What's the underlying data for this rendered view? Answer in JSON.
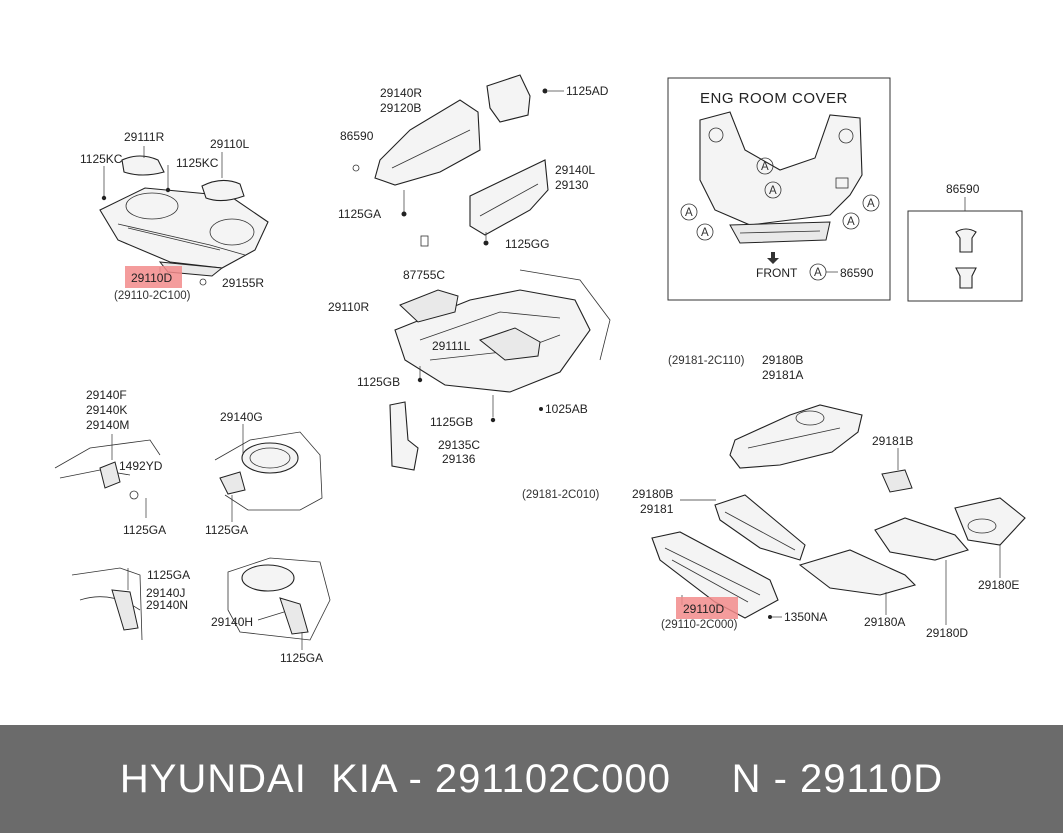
{
  "labels": {
    "l1": "29111R",
    "l2": "29110L",
    "l3": "1125KC",
    "l4": "1125KC",
    "l5": "29110D",
    "l6": "(29110-2C100)",
    "l7": "29155R",
    "m1": "29140R",
    "m2": "29120B",
    "m3": "86590",
    "m4": "1125AD",
    "m5": "29140L",
    "m6": "29130",
    "m7": "1125GA",
    "m8": "1125GG",
    "m9": "87755C",
    "m10": "29110R",
    "m11": "29111L",
    "m12": "1125GB",
    "m13": "1125GB",
    "m14": "1025AB",
    "m15": "29135C",
    "m16": "29136",
    "b1": "29140F",
    "b2": "29140K",
    "b3": "29140M",
    "b4": "1492YD",
    "b5": "1125GA",
    "b6": "29140G",
    "b7": "1125GA",
    "b8": "1125GA",
    "b9": "29140J",
    "b10": "29140N",
    "b11": "29140H",
    "b12": "1125GA",
    "r1": "(29181-2C110)",
    "r2": "29180B",
    "r3": "29181A",
    "r4": "29181B",
    "r5": "(29181-2C010)",
    "r6": "29180B",
    "r7": "29181",
    "r8": "29110D",
    "r9": "(29110-2C000)",
    "r10": "1350NA",
    "r11": "29180A",
    "r12": "29180D",
    "r13": "29180E",
    "e1": "ENG  ROOM  COVER",
    "e2": "FRONT",
    "e3": "86590",
    "e4": "86590",
    "a": "A"
  },
  "footer": {
    "text": "HYUNDAI  KIA - 291102C000     N - 29110D"
  }
}
